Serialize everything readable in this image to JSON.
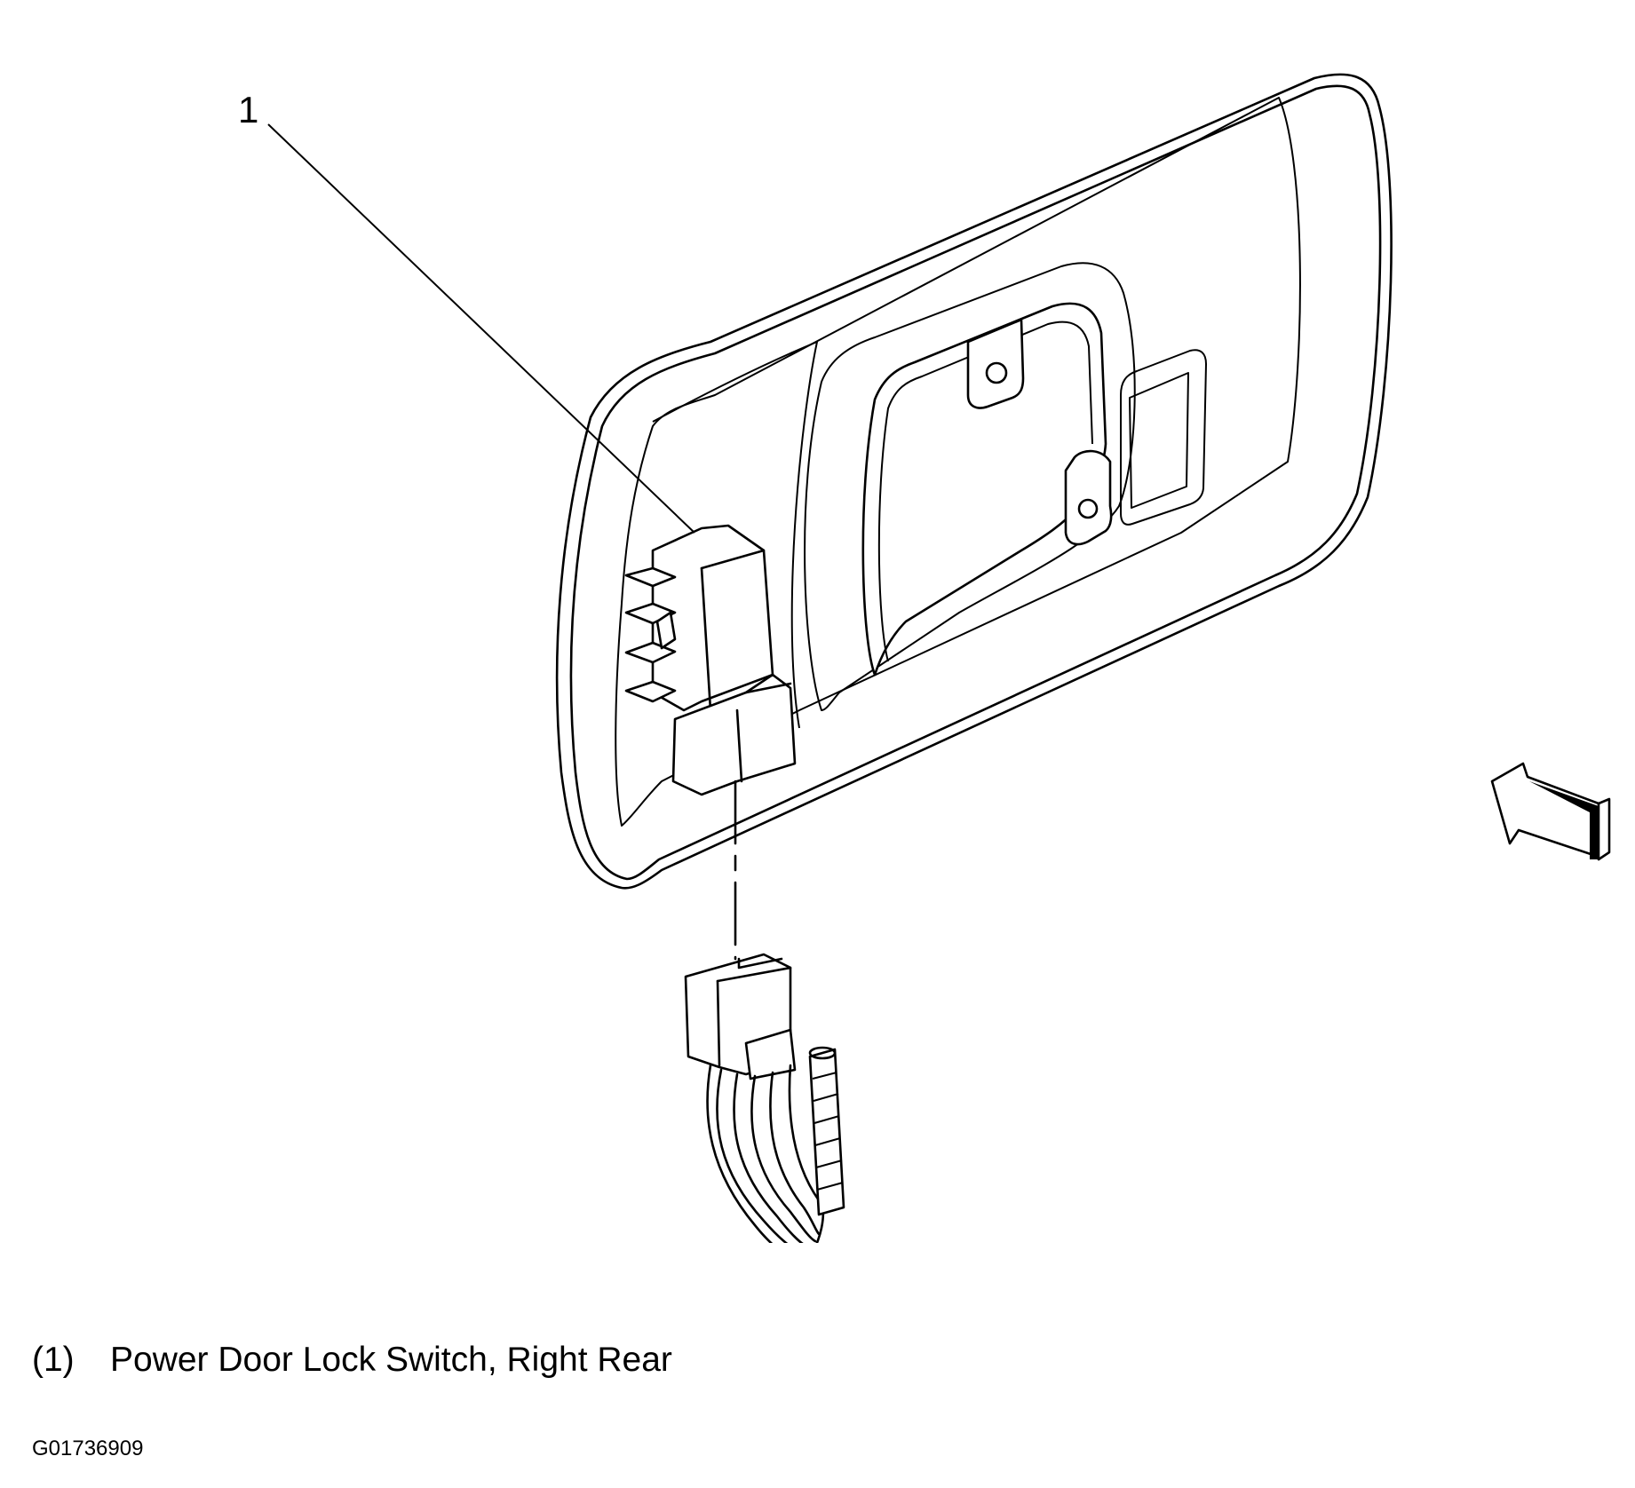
{
  "diagram": {
    "callout_label": "1",
    "legend": [
      {
        "number": "(1)",
        "text": "Power Door Lock Switch, Right Rear"
      }
    ],
    "figure_id": "G01736909",
    "icons": [
      "door-handle-bezel",
      "lock-switch",
      "wiring-connector",
      "view-direction-arrow"
    ]
  }
}
